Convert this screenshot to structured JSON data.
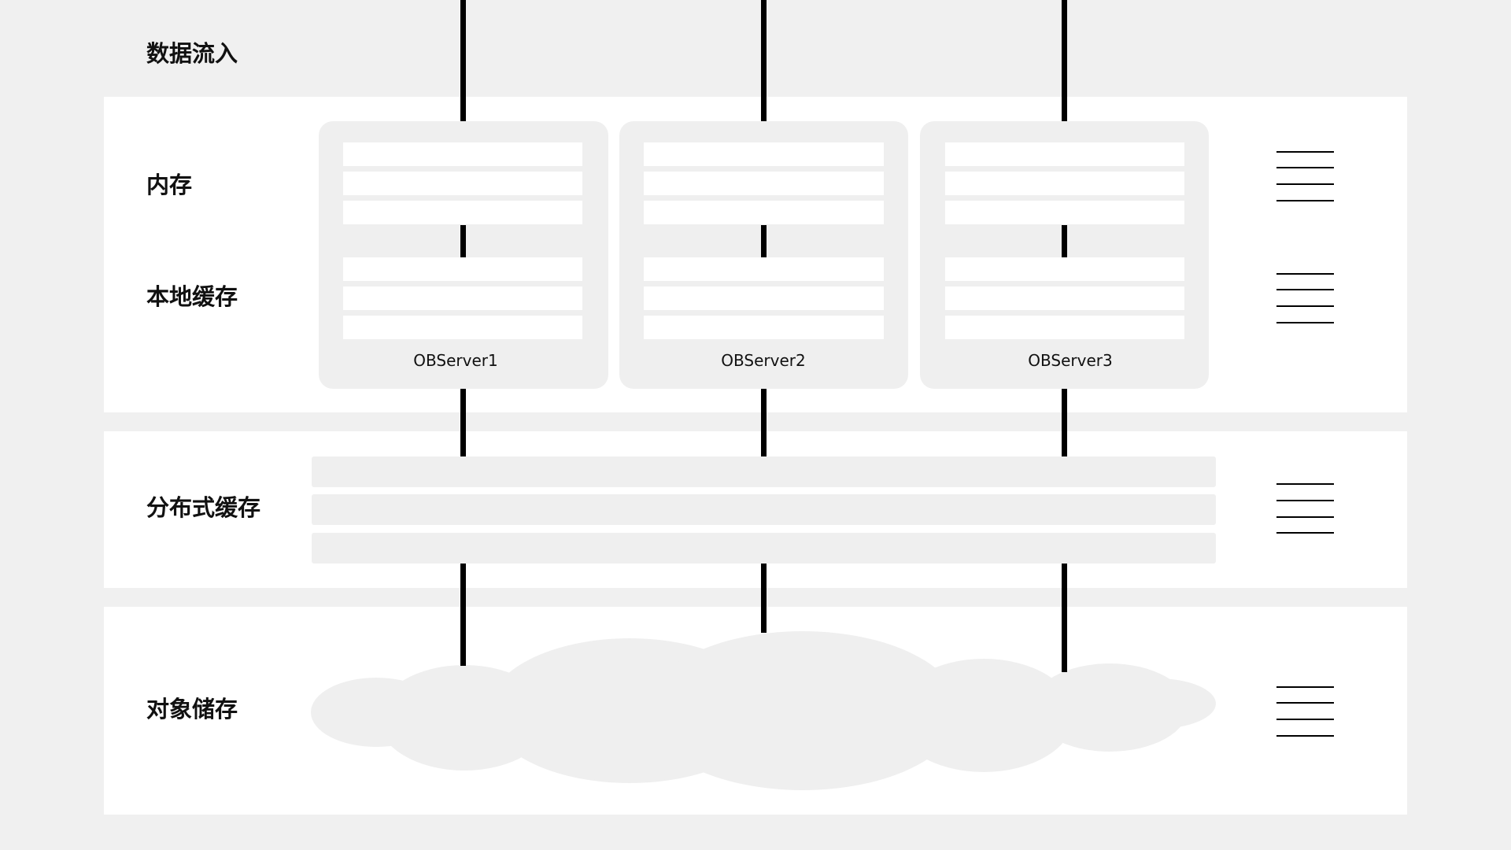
{
  "layers": {
    "inflow": "数据流入",
    "memory": "内存",
    "local_cache": "本地缓存",
    "distributed_cache": "分布式缓存",
    "object_storage": "对象储存"
  },
  "servers": [
    {
      "name": "OBServer1"
    },
    {
      "name": "OBServer2"
    },
    {
      "name": "OBServer3"
    }
  ],
  "colors": {
    "background": "#f0f0f0",
    "band": "#ffffff",
    "block": "#efefef",
    "line": "#000000"
  },
  "icons": [
    "list-lines-icon",
    "cloud-shape"
  ]
}
